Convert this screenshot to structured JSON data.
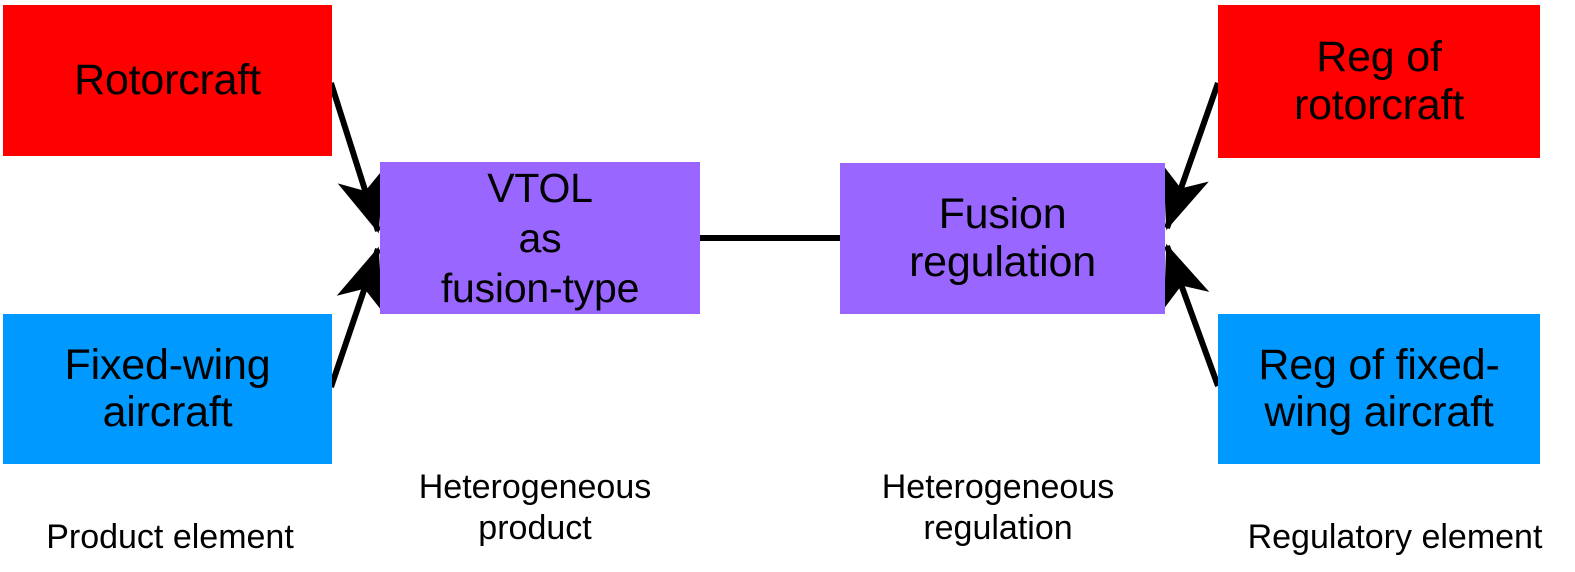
{
  "diagram": {
    "title": "Heterogeneous product and regulation fusion diagram",
    "nodes": {
      "rotorcraft": {
        "label": "Rotorcraft",
        "color": "#ff0000"
      },
      "fixed_wing": {
        "label": "Fixed-wing\naircraft",
        "color": "#0099ff"
      },
      "vtol": {
        "label": "VTOL\nas\nfusion-type",
        "color": "#9966ff"
      },
      "fusion_regulation": {
        "label": "Fusion\nregulation",
        "color": "#9966ff"
      },
      "reg_rotorcraft": {
        "label": "Reg of\nrotorcraft",
        "color": "#ff0000"
      },
      "reg_fixed_wing": {
        "label": "Reg of fixed-\nwing aircraft",
        "color": "#0099ff"
      }
    },
    "captions": {
      "product_element": "Product element",
      "heterogeneous_product": "Heterogeneous\nproduct",
      "heterogeneous_regulation": "Heterogeneous\nregulation",
      "regulatory_element": "Regulatory element"
    },
    "edges": [
      {
        "name": "rotorcraft-to-vtol",
        "from": "rotorcraft",
        "to": "vtol",
        "arrow": true
      },
      {
        "name": "fixed-wing-to-vtol",
        "from": "fixed_wing",
        "to": "vtol",
        "arrow": true
      },
      {
        "name": "vtol-to-fusion-regulation",
        "from": "vtol",
        "to": "fusion_regulation",
        "arrow": false
      },
      {
        "name": "reg-rotorcraft-to-fusion-regulation",
        "from": "reg_rotorcraft",
        "to": "fusion_regulation",
        "arrow": true
      },
      {
        "name": "reg-fixed-wing-to-fusion-regulation",
        "from": "reg_fixed_wing",
        "to": "fusion_regulation",
        "arrow": true
      }
    ],
    "stroke_color": "#000000"
  }
}
